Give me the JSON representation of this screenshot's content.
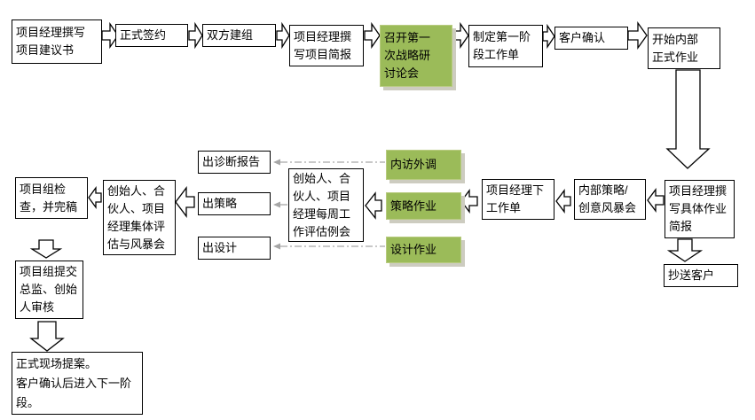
{
  "colors": {
    "green": "#9BBB59",
    "shadow": "#CDCCC0",
    "line": "#000000",
    "dash": "#A6A6A6",
    "bg": "#FFFFFF"
  },
  "nodes": {
    "write_proposal": "项目经理撰写\n项目建议书",
    "formal_sign": "正式签约",
    "form_teams": "双方建组",
    "write_project_brief": "项目经理撰\n写项目简报",
    "first_strategy_seminar": "召开第一\n次战略研\n讨论会",
    "stage1_work_order": "制定第一阶\n段工作单",
    "client_confirm": "客户确认",
    "start_internal_work": "开始内部\n正式作业",
    "write_work_brief": "项目经理撰\n写具体作业\n简报",
    "cc_client": "抄送客户",
    "internal_strategy_brainstorm": "内部策略/\n创意风暴会",
    "pm_issue_work_order": "项目经理下\n工作单",
    "internal_external_research": "内访外调",
    "strategy_work": "策略作业",
    "design_work": "设计作业",
    "weekly_review_meeting": "创始人、合\n伙人、项目\n经理每周工\n作评估例会",
    "output_diagnosis_report": "出诊断报告",
    "output_strategy": "出策略",
    "output_design": "出设计",
    "collective_review_meeting": "创始人、合\n伙人、项目\n经理集体评\n估与风暴会",
    "team_check_finalize": "项目组检\n查，并完稿",
    "submit_for_review": "项目组提交\n总监、创始\n人审核",
    "formal_presentation": "正式现场提案。\n客户确认后进入下一阶\n段。"
  }
}
